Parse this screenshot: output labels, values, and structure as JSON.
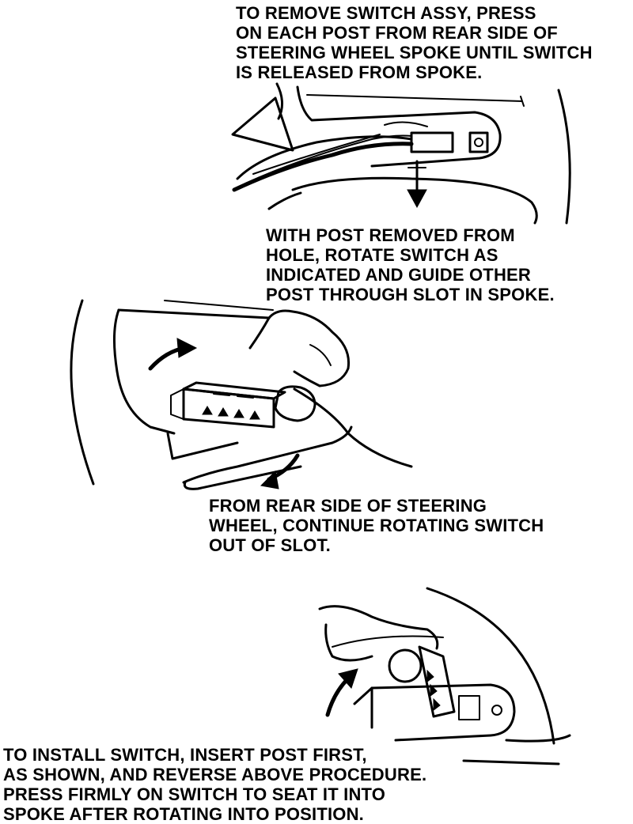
{
  "step1": {
    "lines": [
      "TO REMOVE SWITCH ASSY, PRESS",
      "ON EACH POST FROM REAR SIDE OF",
      "STEERING WHEEL SPOKE UNTIL SWITCH",
      "IS RELEASED FROM SPOKE."
    ]
  },
  "step2": {
    "lines": [
      "WITH POST REMOVED FROM",
      "HOLE, ROTATE SWITCH AS",
      "INDICATED AND GUIDE OTHER",
      "POST THROUGH SLOT IN SPOKE."
    ]
  },
  "step3": {
    "lines": [
      "FROM REAR SIDE OF STEERING",
      "WHEEL, CONTINUE ROTATING SWITCH",
      "OUT OF SLOT."
    ]
  },
  "step4": {
    "lines": [
      "TO INSTALL SWITCH, INSERT POST FIRST,",
      "AS SHOWN, AND REVERSE ABOVE PROCEDURE.",
      "PRESS FIRMLY ON SWITCH TO SEAT IT INTO",
      "SPOKE AFTER ROTATING INTO POSITION."
    ]
  }
}
